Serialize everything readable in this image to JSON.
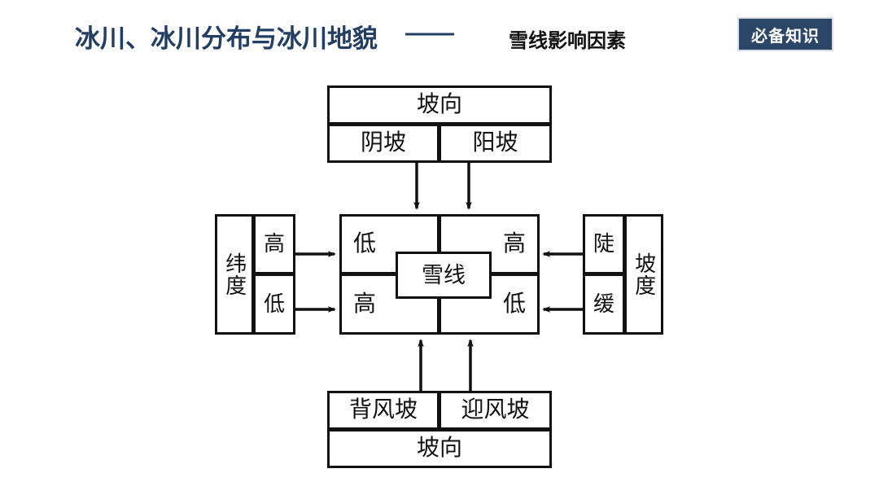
{
  "header": {
    "title_main": "冰川、冰川分布与冰川地貌",
    "title_dash": "——",
    "title_sub": "雪线影响因素",
    "badge_label": "必备知识",
    "badge_bg": "#2c4668",
    "title_color": "#223e63",
    "sub_color": "#111111"
  },
  "diagram": {
    "center_label": "雪线",
    "top_group": {
      "header": "坡向",
      "left_cell": "阴坡",
      "right_cell": "阳坡"
    },
    "bottom_group": {
      "left_cell": "背风坡",
      "right_cell": "迎风坡",
      "footer": "坡向"
    },
    "left_group": {
      "label": "纬度",
      "upper_cell": "高",
      "lower_cell": "低"
    },
    "right_group": {
      "label": "坡度",
      "upper_cell": "陡",
      "lower_cell": "缓"
    },
    "center_grid": {
      "top_left": "低",
      "top_right": "高",
      "bottom_left": "高",
      "bottom_right": "低"
    },
    "arrows": [
      {
        "name": "arrow-top-left-down",
        "direction": "down"
      },
      {
        "name": "arrow-top-right-down",
        "direction": "down"
      },
      {
        "name": "arrow-left-upper-right",
        "direction": "right"
      },
      {
        "name": "arrow-left-lower-right",
        "direction": "right"
      },
      {
        "name": "arrow-right-upper-left",
        "direction": "left"
      },
      {
        "name": "arrow-right-lower-left",
        "direction": "left"
      },
      {
        "name": "arrow-bottom-left-up",
        "direction": "up"
      },
      {
        "name": "arrow-bottom-right-up",
        "direction": "up"
      }
    ],
    "line_color": "#111111"
  }
}
